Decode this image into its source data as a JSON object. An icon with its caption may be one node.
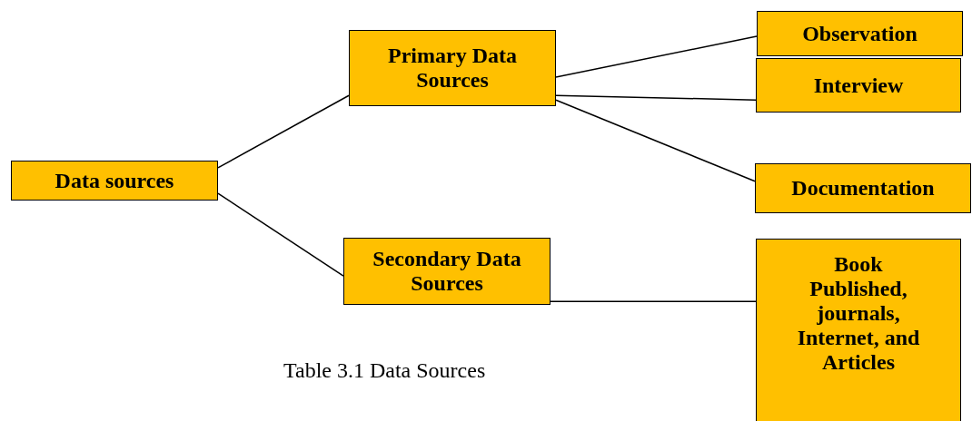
{
  "diagram": {
    "caption": "Table 3.1 Data Sources",
    "nodes": [
      {
        "text": [
          "Data sources"
        ]
      },
      {
        "text": [
          "Primary Data Sources"
        ]
      },
      {
        "text": [
          "Secondary Data Sources"
        ]
      },
      {
        "text": [
          "Observation"
        ]
      },
      {
        "text": [
          "Interview"
        ]
      },
      {
        "text": [
          "Documentation"
        ]
      },
      {
        "text": [
          "Book Published, journals, Internet, and Articles"
        ]
      }
    ],
    "edges": [
      {
        "from": 0,
        "to": 1,
        "arrow": "none"
      },
      {
        "from": 0,
        "to": 2,
        "arrow": "none"
      },
      {
        "from": 1,
        "to": 3,
        "arrow": "none"
      },
      {
        "from": 1,
        "to": 4,
        "arrow": "none"
      },
      {
        "from": 1,
        "to": 5,
        "arrow": "none"
      },
      {
        "from": 2,
        "to": 6,
        "arrow": "none"
      }
    ]
  }
}
